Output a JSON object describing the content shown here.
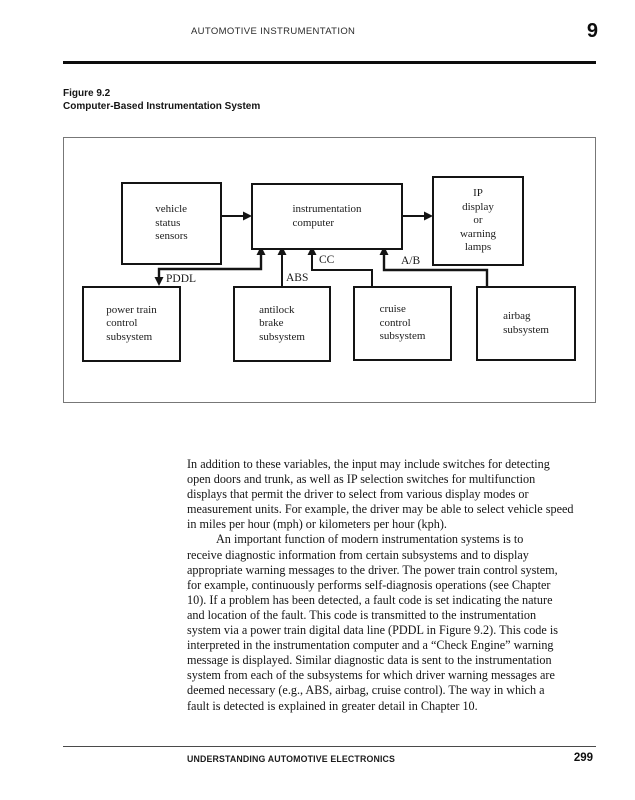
{
  "header": {
    "running_title": "AUTOMOTIVE INSTRUMENTATION",
    "chapter_number": "9"
  },
  "figure_caption": {
    "label": "Figure 9.2",
    "title": "Computer-Based Instrumentation System"
  },
  "diagram": {
    "boxes": {
      "vehicle_status_sensors": [
        "vehicle",
        "status",
        "sensors"
      ],
      "instrumentation_computer": [
        "instrumentation",
        "computer"
      ],
      "ip_display_warning_lamps": [
        "IP",
        "display",
        "or",
        "warning",
        "lamps"
      ],
      "power_train_control_subsystem": [
        "power train",
        "control",
        "subsystem"
      ],
      "antilock_brake_subsystem": [
        "antilock",
        "brake",
        "subsystem"
      ],
      "cruise_control_subsystem": [
        "cruise",
        "control",
        "subsystem"
      ],
      "airbag_subsystem": [
        "airbag",
        "subsystem"
      ]
    },
    "labels": {
      "pddl": "PDDL",
      "abs": "ABS",
      "cc": "CC",
      "ab": "A/B"
    }
  },
  "body": {
    "paragraph_1": [
      "In addition to these variables, the input may include switches for detecting",
      "open doors and trunk, as well as IP selection switches for multifunction",
      "displays that permit the driver to select from various display modes or",
      "measurement units. For example, the driver may be able to select vehicle speed",
      "in miles per hour (mph) or kilometers per hour (kph)."
    ],
    "paragraph_2": [
      "An important function of modern instrumentation systems is to",
      "receive diagnostic information from certain subsystems and to display",
      "appropriate warning messages to the driver. The power train control system,",
      "for example, continuously performs self-diagnosis operations (see Chapter",
      "10). If a problem has been detected, a fault code is set indicating the nature",
      "and location of the fault. This code is transmitted to the instrumentation",
      "system via a power train digital data line (PDDL in Figure 9.2). This code is",
      "interpreted in the instrumentation computer and a “Check Engine” warning",
      "message is displayed. Similar diagnostic data is sent to the instrumentation",
      "system from each of the subsystems for which driver warning messages are",
      "deemed necessary (e.g., ABS, airbag, cruise control). The way in which a",
      "fault is detected is explained in greater detail in Chapter 10."
    ]
  },
  "footer": {
    "book_title": "UNDERSTANDING AUTOMOTIVE ELECTRONICS",
    "page_number": "299"
  }
}
